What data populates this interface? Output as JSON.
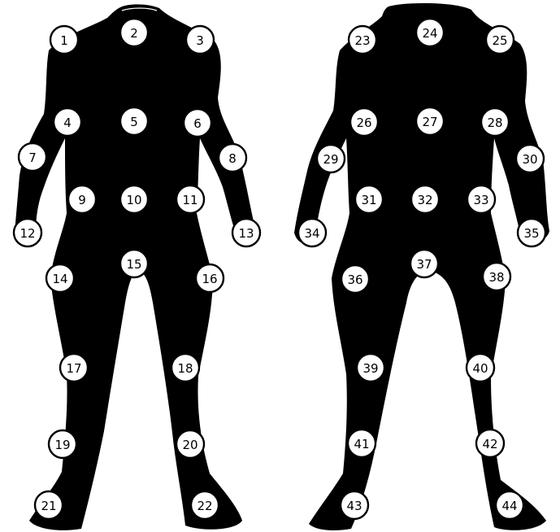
{
  "diagram": {
    "views": [
      {
        "name": "front",
        "zones": [
          "1",
          "2",
          "3",
          "4",
          "5",
          "6",
          "7",
          "8",
          "9",
          "10",
          "11",
          "12",
          "13",
          "14",
          "15",
          "16",
          "17",
          "18",
          "19",
          "20",
          "21",
          "22"
        ]
      },
      {
        "name": "back",
        "zones": [
          "23",
          "24",
          "25",
          "26",
          "27",
          "28",
          "29",
          "30",
          "31",
          "32",
          "33",
          "34",
          "35",
          "36",
          "37",
          "38",
          "39",
          "40",
          "41",
          "42",
          "43",
          "44"
        ]
      }
    ],
    "colors": {
      "suit": "#000000",
      "badge_fill": "#ffffff",
      "badge_stroke": "#000000",
      "badge_text": "#000000"
    }
  }
}
